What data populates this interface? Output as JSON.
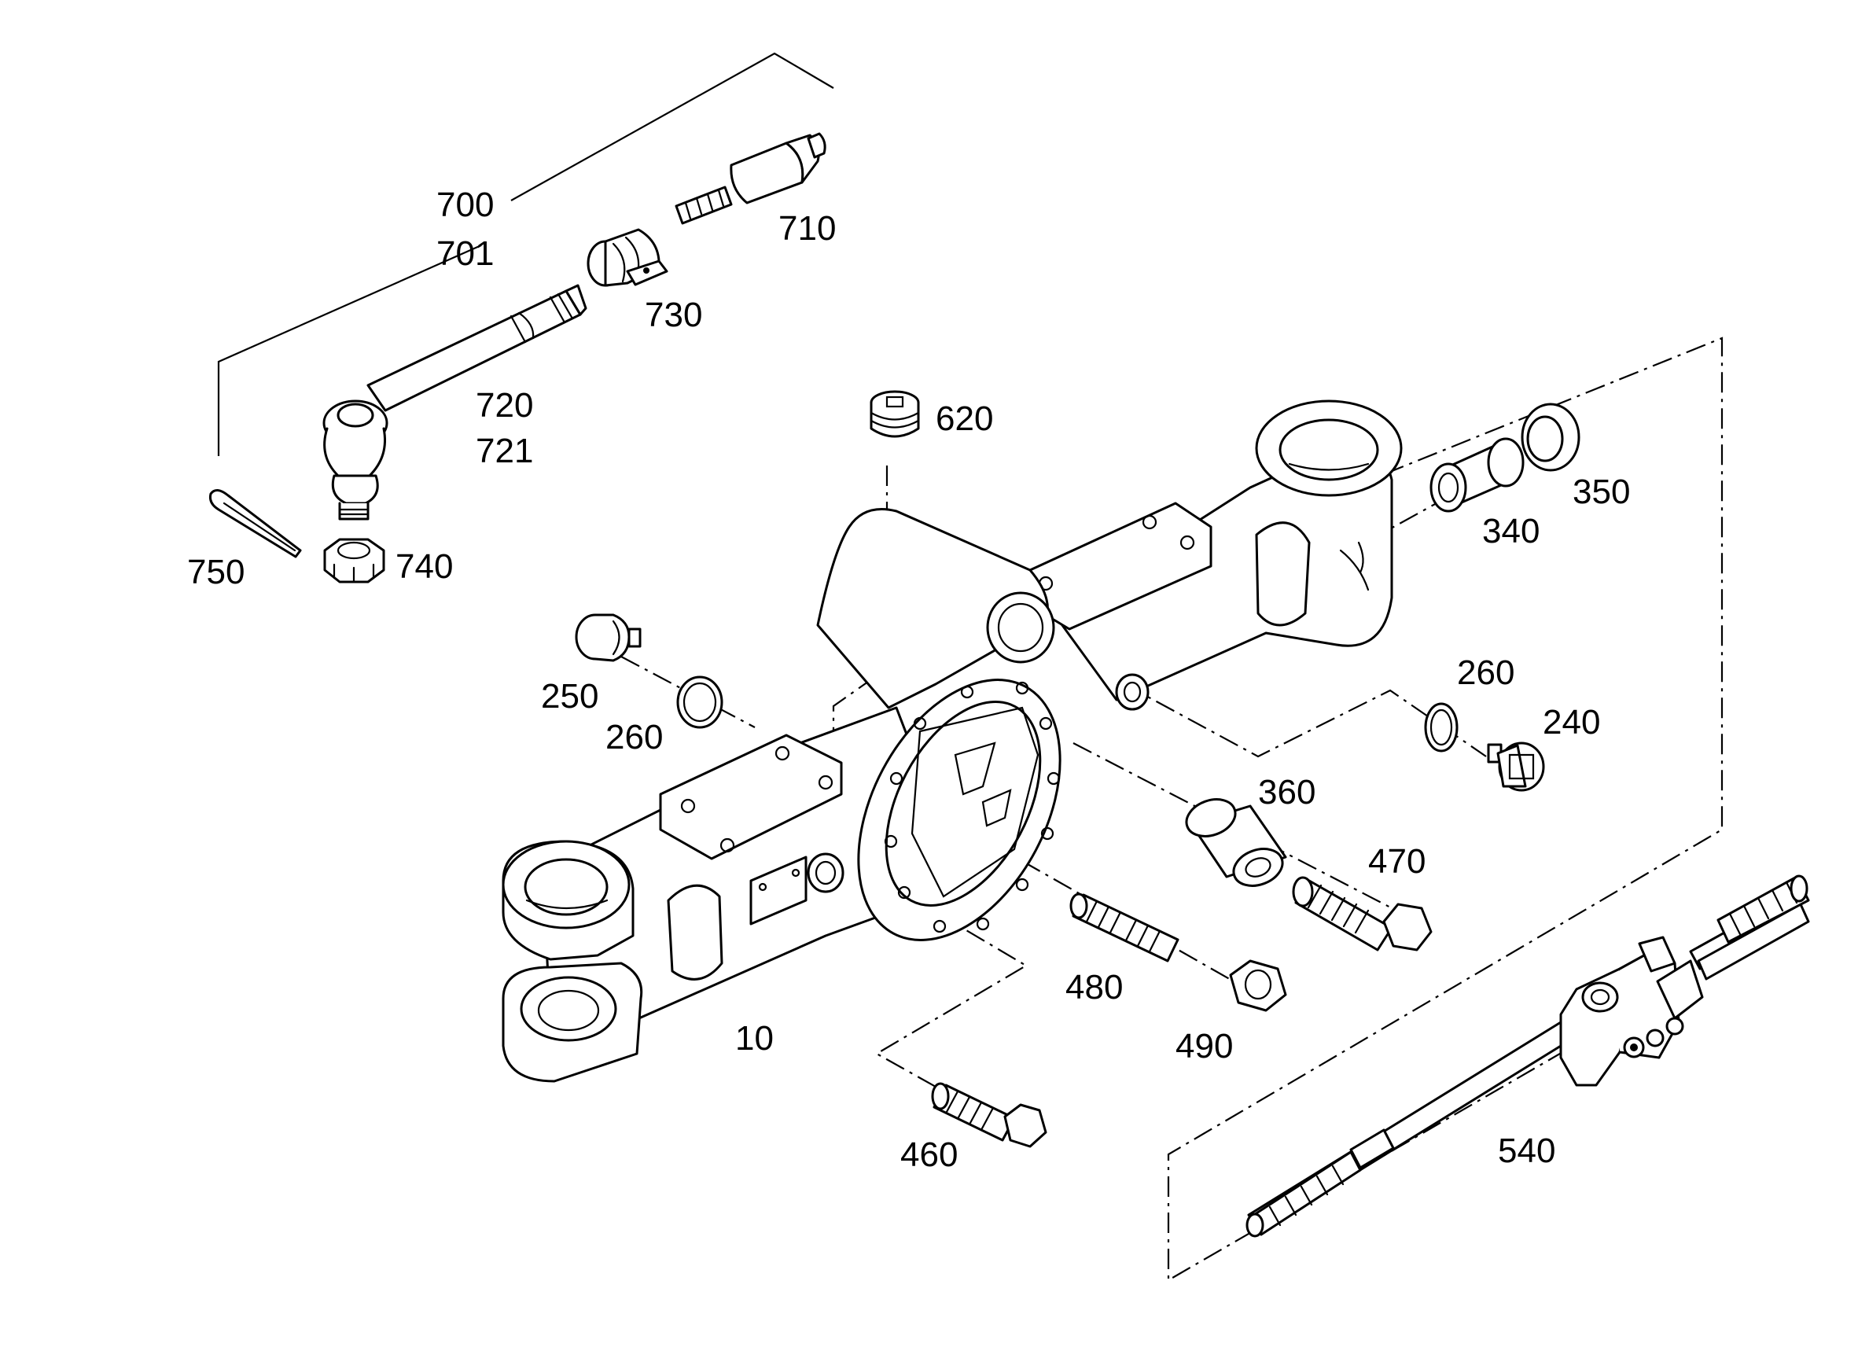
{
  "labels": {
    "p700": "700",
    "p701": "701",
    "p710": "710",
    "p730": "730",
    "p720": "720",
    "p721": "721",
    "p750": "750",
    "p740": "740",
    "p620": "620",
    "p350": "350",
    "p340": "340",
    "p250": "250",
    "p260a": "260",
    "p260b": "260",
    "p240": "240",
    "p360": "360",
    "p470": "470",
    "p480": "480",
    "p490": "490",
    "p10": "10",
    "p460": "460",
    "p540": "540"
  }
}
